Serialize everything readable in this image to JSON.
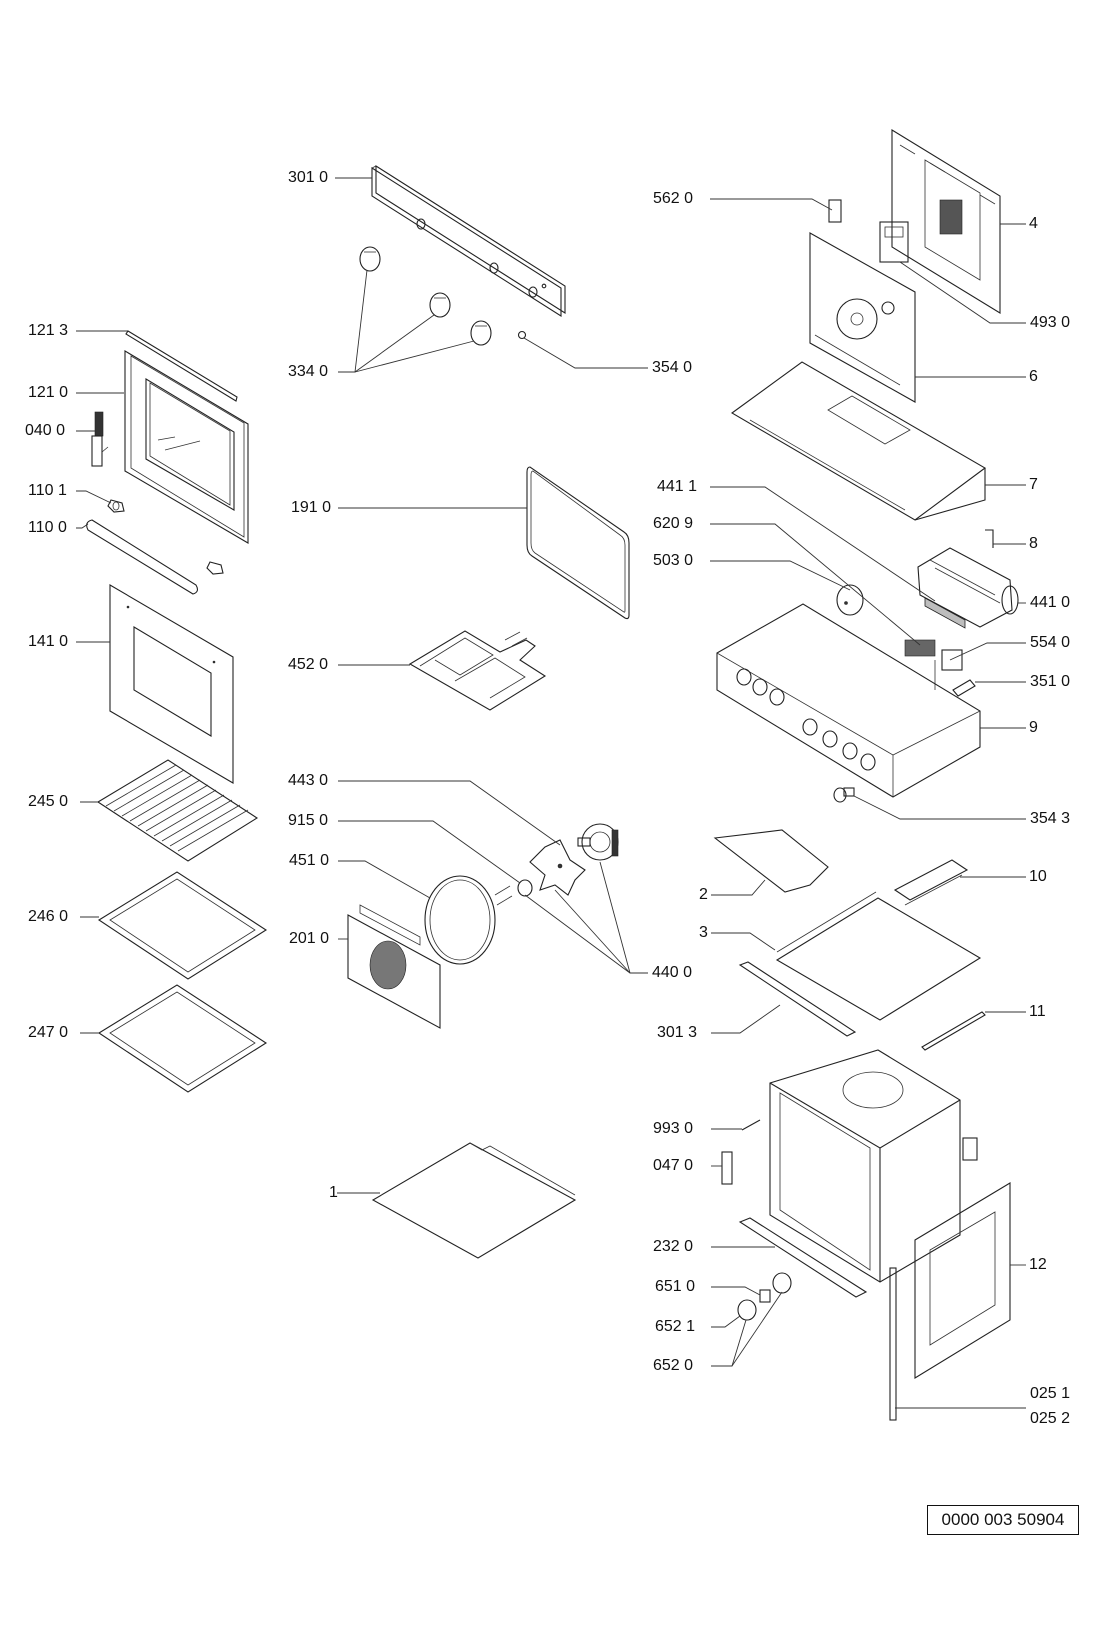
{
  "diagram": {
    "title": "Oven exploded parts diagram",
    "document_code": "0000 003 50904",
    "callouts": [
      {
        "id": "c3010",
        "text": "301 0",
        "part": "control panel fascia"
      },
      {
        "id": "c3340",
        "text": "334 0",
        "part": "control knobs (x3)"
      },
      {
        "id": "c3540",
        "text": "354 0",
        "part": "indicator lens"
      },
      {
        "id": "c1213",
        "text": "121 3",
        "part": "door top trim"
      },
      {
        "id": "c1210",
        "text": "121 0",
        "part": "inner door frame with glass"
      },
      {
        "id": "c0400",
        "text": "040 0",
        "part": "door hinge"
      },
      {
        "id": "c1101",
        "text": "110 1",
        "part": "handle end cap"
      },
      {
        "id": "c1100",
        "text": "110 0",
        "part": "door handle"
      },
      {
        "id": "c1410",
        "text": "141 0",
        "part": "outer door glass"
      },
      {
        "id": "c2450",
        "text": "245 0",
        "part": "wire shelf"
      },
      {
        "id": "c2460",
        "text": "246 0",
        "part": "baking tray"
      },
      {
        "id": "c2470",
        "text": "247 0",
        "part": "drip pan"
      },
      {
        "id": "c1910",
        "text": "191 0",
        "part": "door seal"
      },
      {
        "id": "c4520",
        "text": "452 0",
        "part": "grill element"
      },
      {
        "id": "c4430",
        "text": "443 0",
        "part": "fan blade"
      },
      {
        "id": "c9150",
        "text": "915 0",
        "part": "fan nut"
      },
      {
        "id": "c4510",
        "text": "451 0",
        "part": "circular element"
      },
      {
        "id": "c2010",
        "text": "201 0",
        "part": "fan cover"
      },
      {
        "id": "c4400",
        "text": "440 0",
        "part": "fan motor assembly"
      },
      {
        "id": "c1",
        "text": "1",
        "part": "bottom panel"
      },
      {
        "id": "c5620",
        "text": "562 0",
        "part": "thermal cutout bracket"
      },
      {
        "id": "c4",
        "text": "4",
        "part": "rear panel"
      },
      {
        "id": "c4930",
        "text": "493 0",
        "part": "terminal block"
      },
      {
        "id": "c6",
        "text": "6",
        "part": "back plate"
      },
      {
        "id": "c7",
        "text": "7",
        "part": "top cover"
      },
      {
        "id": "c4411",
        "text": "441 1",
        "part": "cooling fan bracket"
      },
      {
        "id": "c6209",
        "text": "620 9",
        "part": "selector switch"
      },
      {
        "id": "c5030",
        "text": "503 0",
        "part": "timer"
      },
      {
        "id": "c8",
        "text": "8",
        "part": "clip"
      },
      {
        "id": "c4410",
        "text": "441 0",
        "part": "tangential cooling fan"
      },
      {
        "id": "c5540",
        "text": "554 0",
        "part": "thermostat"
      },
      {
        "id": "c3510",
        "text": "351 0",
        "part": "lamp holder"
      },
      {
        "id": "c9",
        "text": "9",
        "part": "control housing"
      },
      {
        "id": "c3543",
        "text": "354 3",
        "part": "indicator lamp"
      },
      {
        "id": "c2",
        "text": "2",
        "part": "side bracket"
      },
      {
        "id": "c10",
        "text": "10",
        "part": "support bracket"
      },
      {
        "id": "c3",
        "text": "3",
        "part": "upper frame"
      },
      {
        "id": "c3013",
        "text": "301 3",
        "part": "front rail"
      },
      {
        "id": "c11",
        "text": "11",
        "part": "side rail"
      },
      {
        "id": "c9930",
        "text": "993 0",
        "part": "screw"
      },
      {
        "id": "c0470",
        "text": "047 0",
        "part": "hinge receiver"
      },
      {
        "id": "c2320",
        "text": "232 0",
        "part": "lower front trim"
      },
      {
        "id": "c6510",
        "text": "651 0",
        "part": "lamp bulb"
      },
      {
        "id": "c6521",
        "text": "652 1",
        "part": "lamp cover"
      },
      {
        "id": "c6520",
        "text": "652 0",
        "part": "lamp assembly"
      },
      {
        "id": "c12",
        "text": "12",
        "part": "side panel"
      },
      {
        "id": "c0251",
        "text": "025 1",
        "part": "side trim left"
      },
      {
        "id": "c0252",
        "text": "025 2",
        "part": "side trim right"
      }
    ]
  }
}
